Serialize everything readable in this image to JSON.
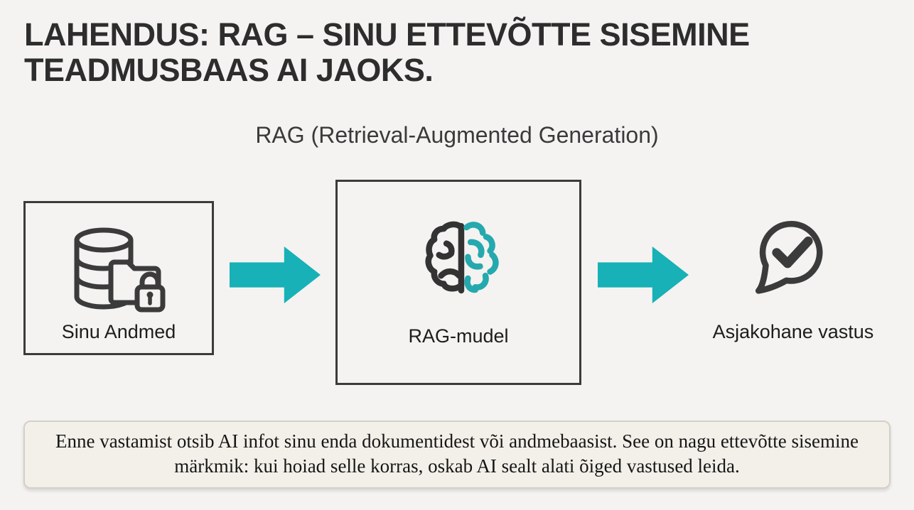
{
  "slide": {
    "title_line1": "LAHENDUS: RAG – SINU ETTEVÕTTE SISEMINE",
    "title_line2": "TEADMUSBAAS AI JAOKS.",
    "subtitle": "RAG (Retrieval-Augmented Generation)"
  },
  "diagram": {
    "nodes": [
      {
        "id": "source",
        "label": "Sinu Andmed",
        "icon": "database-folder-lock-icon",
        "boxed": true
      },
      {
        "id": "model",
        "label": "RAG-mudel",
        "icon": "half-brain-icon",
        "boxed": true
      },
      {
        "id": "result",
        "label": "Asjakohane vastus",
        "icon": "chat-check-icon",
        "boxed": false
      }
    ],
    "arrows": [
      "right",
      "right"
    ]
  },
  "note": {
    "text": "Enne vastamist otsib AI infot sinu enda dokumentidest või andmebaasist. See on nagu ettevõtte sisemine märkmik: kui hoiad selle korras, oskab AI sealt alati õiged vastused leida."
  },
  "colors": {
    "background": "#f4f3f1",
    "ink": "#3b3b3b",
    "title_ink": "#2d2d2d",
    "accent_teal": "#17b1b7",
    "brain_teal": "#25a9ae",
    "note_background": "#f3f0e9",
    "note_border": "#d4d0c8"
  }
}
